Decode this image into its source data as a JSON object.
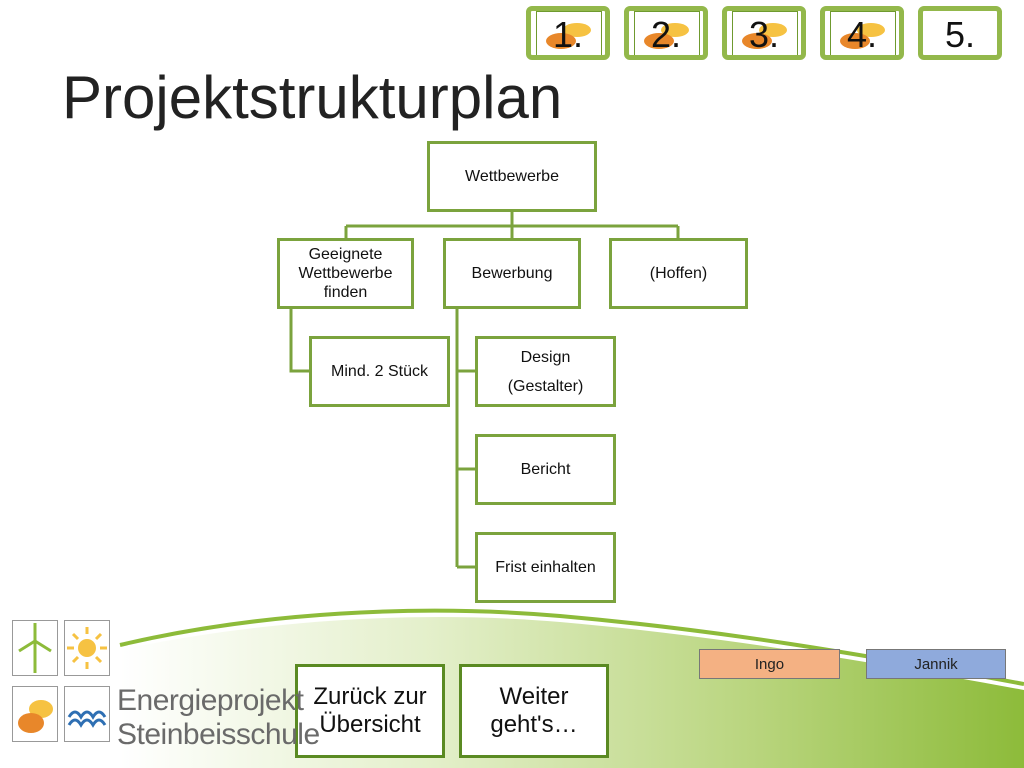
{
  "header": {
    "tabs": [
      {
        "label": "1."
      },
      {
        "label": "2."
      },
      {
        "label": "3."
      },
      {
        "label": "4."
      },
      {
        "label": "5."
      }
    ],
    "title": "Projektstrukturplan"
  },
  "diagram": {
    "root": "Wettbewerbe",
    "level1": [
      "Geeignete Wettbewerbe finden",
      "Bewerbung",
      "(Hoffen)"
    ],
    "children_geeignete": [
      "Mind. 2 Stück"
    ],
    "children_bewerbung": [
      "Design\n(Gestalter)",
      "Bericht",
      "Frist einhalten"
    ]
  },
  "navigation": {
    "back_label": "Zurück zur Übersicht",
    "next_label": "Weiter geht's…"
  },
  "authors": [
    {
      "name": "Ingo",
      "color": "#f4b183"
    },
    {
      "name": "Jannik",
      "color": "#8faadc"
    }
  ],
  "logo": {
    "line1": "Energieprojekt",
    "line2": "Steinbeisschule"
  },
  "colors": {
    "accent_green": "#7ba33d",
    "tab_bubble_orange": "#e8872a"
  }
}
